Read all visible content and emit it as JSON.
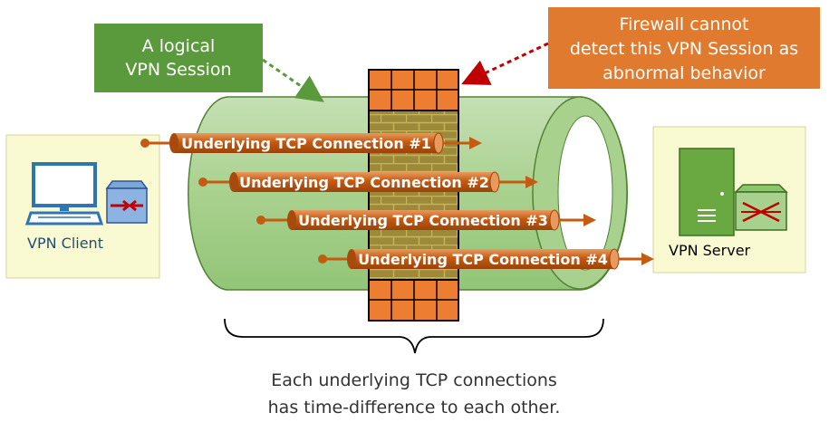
{
  "callouts": {
    "logical_session": {
      "line1": "A logical",
      "line2": "VPN Session",
      "fill": "#5b9a3c"
    },
    "firewall_note": {
      "line1": "Firewall cannot",
      "line2": "detect this VPN Session as",
      "line3": "abnormal behavior",
      "fill": "#e07a2e"
    }
  },
  "nodes": {
    "client": {
      "label": "VPN Client"
    },
    "server": {
      "label": "VPN Server"
    }
  },
  "connections": [
    {
      "label": "Underlying TCP Connection #1"
    },
    {
      "label": "Underlying TCP Connection #2"
    },
    {
      "label": "Underlying TCP Connection #3"
    },
    {
      "label": "Underlying TCP Connection #4"
    }
  ],
  "caption": {
    "line1": "Each underlying TCP connections",
    "line2": "has time-difference to each other."
  },
  "colors": {
    "tunnel": "#a9d18e",
    "tunnel_stroke": "#538135",
    "pipe": "#c55a11",
    "pipe_light": "#e2894a",
    "panel": "#fafad2",
    "brick": "#ed7d31",
    "wall": "#9c8a3a"
  }
}
